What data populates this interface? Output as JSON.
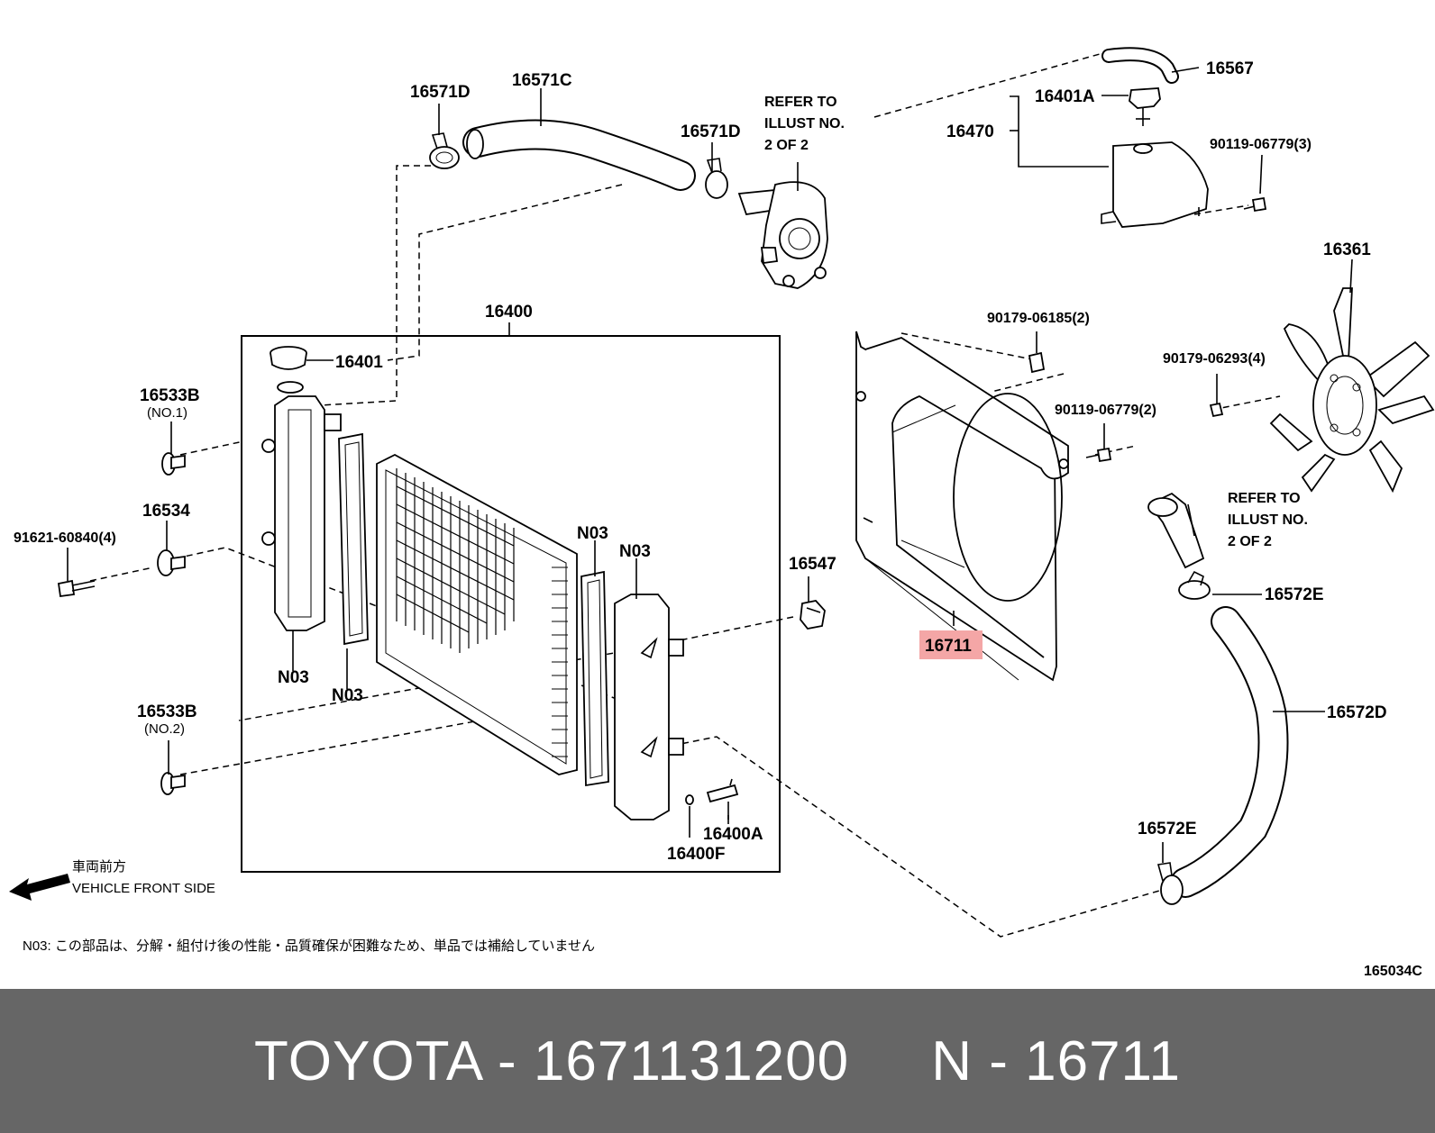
{
  "labels": {
    "p16571D_top": "16571D",
    "p16571C": "16571C",
    "p16571D_mid": "16571D",
    "refer_top": [
      "REFER TO",
      "ILLUST NO.",
      "2 OF 2"
    ],
    "p16567": "16567",
    "p16401A": "16401A",
    "p16470": "16470",
    "p90119_06779_3": "90119-06779(3)",
    "p16400": "16400",
    "p16401": "16401",
    "p16533B_1": "16533B",
    "no1": "(NO.1)",
    "p16534": "16534",
    "p91621": "91621-60840(4)",
    "p90179_06185": "90179-06185(2)",
    "p16361": "16361",
    "p90179_06293": "90179-06293(4)",
    "p90119_06779_2": "90119-06779(2)",
    "refer_right": [
      "REFER TO",
      "ILLUST NO.",
      "2 OF 2"
    ],
    "p16547": "16547",
    "p16572E_top": "16572E",
    "n03_a": "N03",
    "n03_b": "N03",
    "n03_c": "N03",
    "n03_d": "N03",
    "p16711": "16711",
    "p16533B_2": "16533B",
    "no2": "(NO.2)",
    "p16572D": "16572D",
    "p16400A": "16400A",
    "p16400F": "16400F",
    "p16572E_bot": "16572E",
    "vehicle_front_jp": "車両前方",
    "vehicle_front_en": "VEHICLE FRONT SIDE",
    "note_n03": "N03: この部品は、分解・組付け後の性能・品質確保が困難なため、単品では補給していません",
    "diagram_code": "165034C"
  },
  "colors": {
    "highlight": "#f4a6a6",
    "footer_bg": "#666666",
    "footer_text": "#ffffff"
  },
  "footer": {
    "text": "TOYOTA - 1671131200     N - 16711"
  }
}
